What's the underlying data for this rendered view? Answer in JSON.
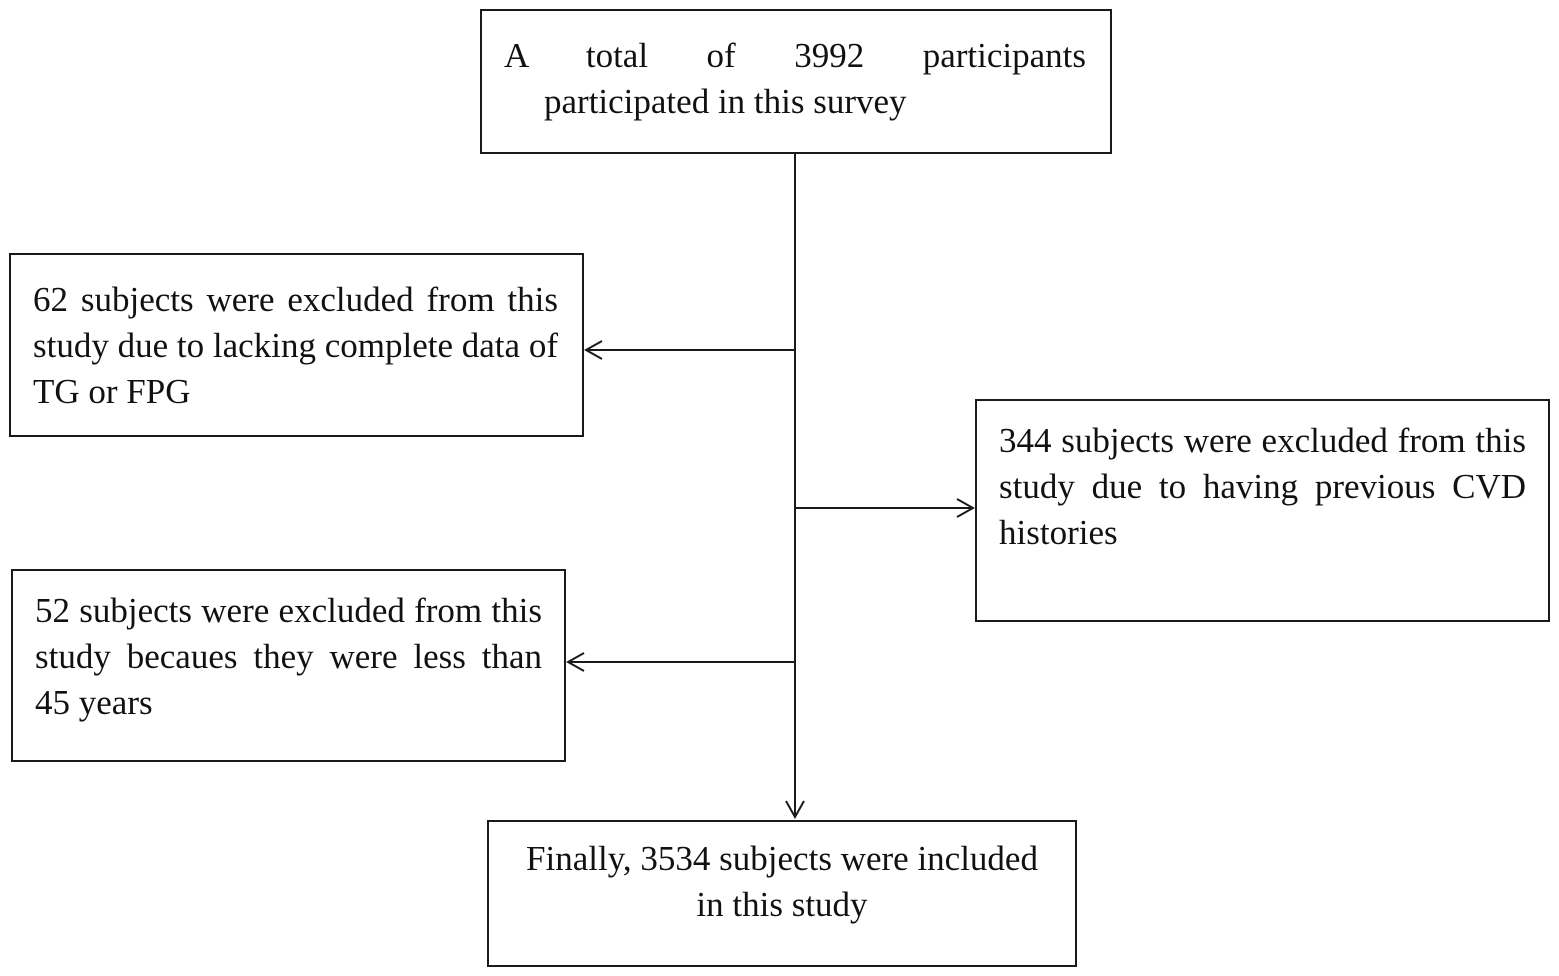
{
  "boxes": {
    "total": {
      "line1": "A total of 3992 participants",
      "line2": "participated in this survey"
    },
    "excluded_incomplete": "62 subjects were excluded from this study due to lacking complete data of TG or FPG",
    "excluded_cvd": "344 subjects were excluded from this study due to having previous CVD histories",
    "excluded_age": "52 subjects were excluded from this study becaues they were less than 45 years",
    "final": "Finally, 3534 subjects were included in this study"
  }
}
